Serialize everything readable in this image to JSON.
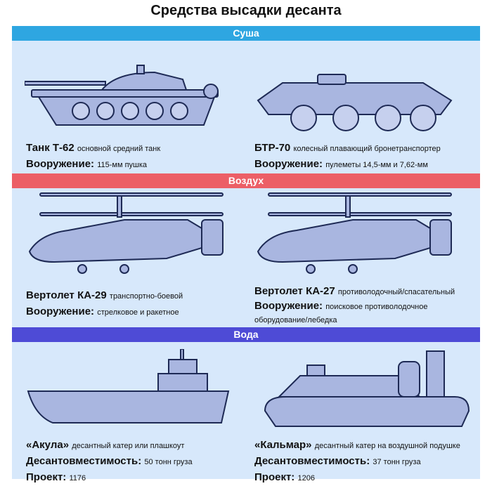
{
  "title": "Средства высадки десанта",
  "sections": [
    {
      "label": "Суша",
      "color": "#2ea6e1",
      "items": [
        {
          "name": "Танк Т-62",
          "desc": "основной средний танк",
          "lines": [
            {
              "k": "Вооружение:",
              "v": "115-мм пушка"
            }
          ],
          "icon": "tank-icon"
        },
        {
          "name": "БТР-70",
          "desc": "колесный плавающий бронетранспортер",
          "lines": [
            {
              "k": "Вооружение:",
              "v": "пулеметы 14,5-мм и 7,62-мм"
            }
          ],
          "icon": "apc-icon"
        }
      ]
    },
    {
      "label": "Воздух",
      "color": "#ec5f66",
      "items": [
        {
          "name": "Вертолет КА-29",
          "desc": "транспортно-боевой",
          "lines": [
            {
              "k": "Вооружение:",
              "v": "стрелковое и ракетное"
            }
          ],
          "icon": "helicopter-icon"
        },
        {
          "name": "Вертолет КА-27",
          "desc": "противолодочный/спасательный",
          "lines": [
            {
              "k": "Вооружение:",
              "v": "поисковое противолодочное",
              "v2": "оборудование/лебедка"
            }
          ],
          "icon": "helicopter-icon"
        }
      ]
    },
    {
      "label": "Вода",
      "color": "#4e4bd6",
      "items": [
        {
          "name": "«Акула»",
          "desc": "десантный катер или плашкоут",
          "lines": [
            {
              "k": "Десантовместимость:",
              "v": "50 тонн груза"
            },
            {
              "k": "Проект:",
              "v": "1176"
            }
          ],
          "icon": "landing-craft-icon"
        },
        {
          "name": "«Кальмар»",
          "desc": "десантный катер на воздушной подушке",
          "lines": [
            {
              "k": "Десантовместимость:",
              "v": "37 тонн груза"
            },
            {
              "k": "Проект:",
              "v": "1206"
            }
          ],
          "icon": "hovercraft-icon"
        }
      ]
    }
  ]
}
